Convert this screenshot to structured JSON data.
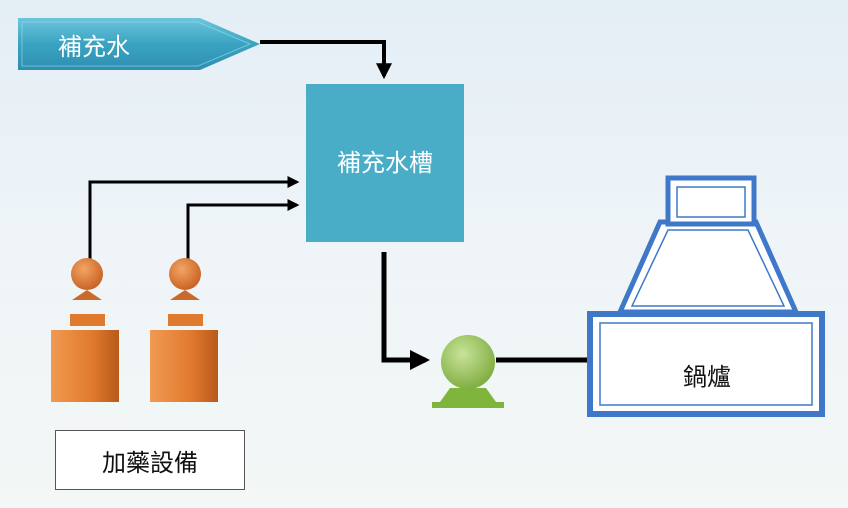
{
  "labels": {
    "makeup_water": "補充水",
    "makeup_tank": "補充水槽",
    "boiler": "鍋爐",
    "dosing_equipment": "加藥設備"
  },
  "colors": {
    "tank_fill": "#4aadc8",
    "boiler_outline": "#3f78c8",
    "pump_green": "#8fbe4a",
    "dosing_orange": "#e07a2e",
    "arrow": "#000000"
  }
}
